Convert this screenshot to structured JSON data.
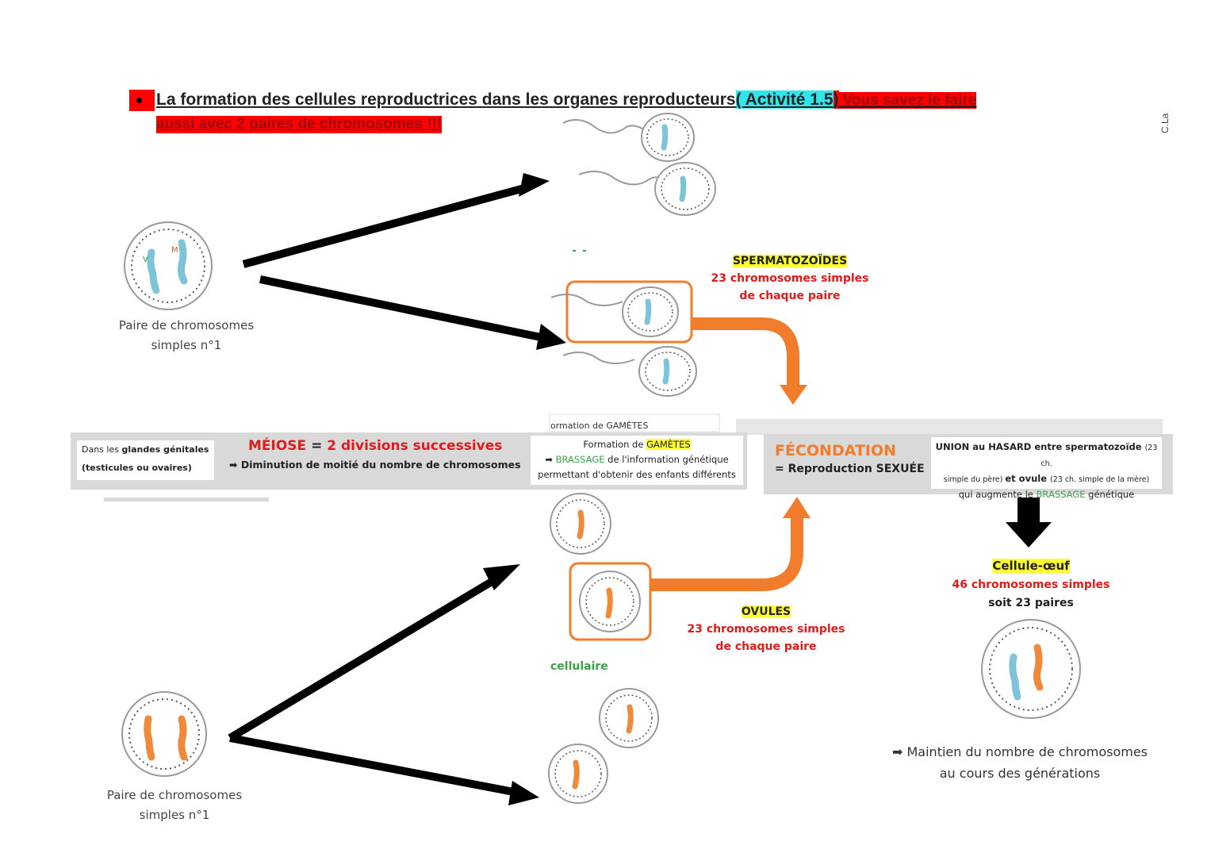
{
  "title": {
    "main": "La formation des cellules reproductrices dans les organes reproducteurs",
    "activity": "( Activité 1.5",
    "paren": ")",
    "red_part1": " Vous savez le faire",
    "red_part2": "aussi avec 2 paires de chromosomes !!!"
  },
  "side_credit": "C.La",
  "labels": {
    "pair_top_line1": "Paire de chromosomes",
    "pair_top_line2": "simples n°1",
    "pair_bottom_line1": "Paire de chromosomes",
    "pair_bottom_line2": "simples n°1",
    "chrom_m": "M",
    "chrom_v": "V"
  },
  "sperm": {
    "title": "SPERMATOZOÏDES",
    "line1": "23 chromosomes simples",
    "line2": "de chaque paire"
  },
  "ovules": {
    "title": "OVULES",
    "line1": "23 chromosomes simples",
    "line2": "de chaque paire"
  },
  "band": {
    "location_pre": "Dans les ",
    "location_bold": "glandes génitales",
    "location_line2": "(testicules ou ovaires)",
    "meiose": "MÉIOSE",
    "equals": "=",
    "meiose_def": "2 divisions successives",
    "meiose_sub": "➡ Diminution de moitié du nombre de chromosomes",
    "gametes_pre": "Formation de ",
    "gametes_word": "GAMÈTES",
    "brassage_arrow": "➡ ",
    "brassage_word": "BRASSAGE",
    "brassage_rest": " de l'information génétique",
    "brassage_line2": "permettant d'obtenir des enfants différents",
    "ghost_text": "ormation de GAMÈTES"
  },
  "fecondation": {
    "title": "FÉCONDATION",
    "subtitle": "= Reproduction SEXUÉE",
    "union_line1_a": "UNION au HASARD entre spermatozoïde ",
    "union_line1_b": "(23 ch.",
    "union_line2_a": "simple du père) ",
    "union_line2_b": "et ovule ",
    "union_line2_c": "(23 ch. simple de la mère)",
    "union_line3_a": "qui augmente le ",
    "union_line3_b": "BRASSAGE",
    "union_line3_c": " génétique"
  },
  "egg": {
    "title": "Cellule-œuf",
    "line1": "46 chromosomes simples",
    "line2": "soit 23 paires"
  },
  "cellulaire": "cellulaire",
  "conclusion": {
    "line1": "➡ Maintien du nombre de chromosomes",
    "line2": "au cours des générations"
  },
  "colors": {
    "orange": "#f07c2c",
    "blue_chrom": "#7ec4d8",
    "orange_chrom": "#f08a3a",
    "red": "#e01b1b",
    "green": "#3aa34a",
    "yellow": "#ffff33",
    "cyan": "#2ee6ec"
  }
}
